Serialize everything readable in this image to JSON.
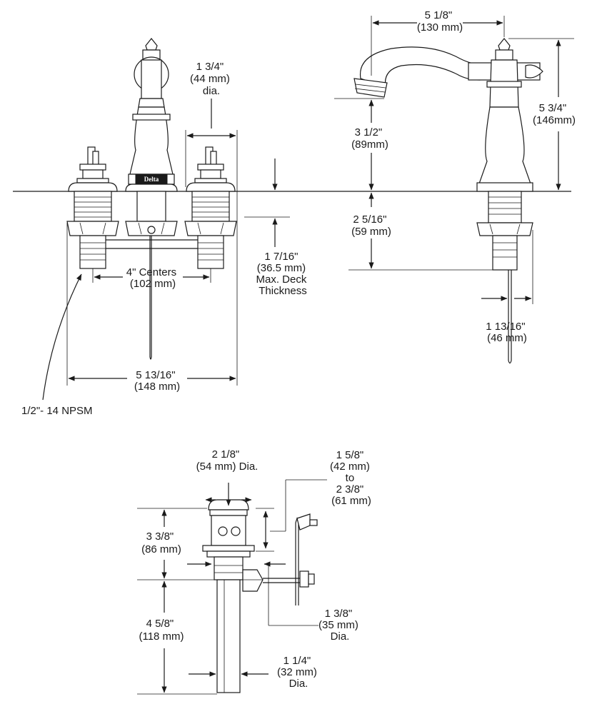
{
  "brand_mark": "Delta",
  "dimensions": {
    "outlet_dia": [
      "1 3/4\"",
      "(44 mm)",
      "dia."
    ],
    "spout_reach": [
      "5 1/8\"",
      "(130 mm)"
    ],
    "total_height": [
      "5 3/4\"",
      "(146mm)"
    ],
    "spout_height": [
      "3 1/2\"",
      "(89mm)"
    ],
    "shank_length": [
      "2 5/16\"",
      "(59 mm)"
    ],
    "max_deck": [
      "1 7/16\"",
      "(36.5 mm)",
      "Max. Deck",
      "Thickness"
    ],
    "centers": [
      "4\" Centers",
      "(102 mm)"
    ],
    "overall_width": [
      "5 13/16\"",
      "(148 mm)"
    ],
    "thread": "1/2\"- 14 NPSM",
    "shank_width": [
      "1 13/16\"",
      "(46 mm)"
    ],
    "flange_dia": [
      "2 1/8\"",
      "(54 mm) Dia."
    ],
    "drain_range": [
      "1 5/8\"",
      "(42 mm)",
      "to",
      "2 3/8\"",
      "(61 mm)"
    ],
    "drain_upper": [
      "3 3/8\"",
      "(86 mm)"
    ],
    "drain_lower": [
      "4 5/8\"",
      "(118 mm)"
    ],
    "pivot_dia": [
      "1 3/8\"",
      "(35 mm)",
      "Dia."
    ],
    "tail_dia": [
      "1 1/4\"",
      "(32 mm)",
      "Dia."
    ]
  },
  "colors": {
    "line": "#1a1a1a",
    "background": "#ffffff"
  }
}
